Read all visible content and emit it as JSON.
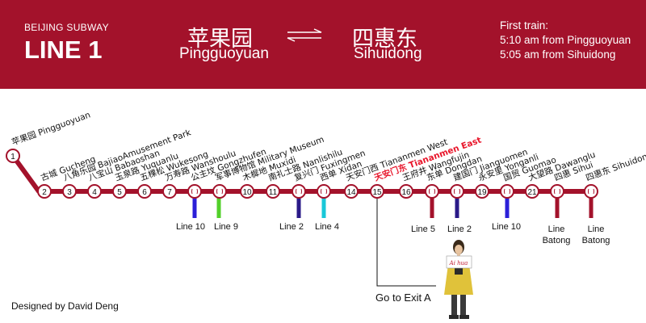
{
  "header": {
    "subtitle": "BEIJING SUBWAY",
    "line_name": "LINE 1",
    "from_zh": "苹果园",
    "from_en": "Pingguoyuan",
    "to_zh": "四惠东",
    "to_en": "Sihuidong",
    "first_train_title": "First train:",
    "first_train_1": "5:10 am from Pingguoyuan",
    "first_train_2": "5:05 am from Sihuidong"
  },
  "colors": {
    "brand": "#a3122b",
    "highlight": "#e8162b",
    "line2": "#2a1a88",
    "line4": "#19c8d8",
    "line5": "#a3122b",
    "line9": "#52d02a",
    "line10": "#2b1fd8",
    "batong": "#a3122b"
  },
  "stations": [
    {
      "num": "1",
      "name": "苹果园 Pingguoyuan"
    },
    {
      "num": "2",
      "name": "古城 Gucheng"
    },
    {
      "num": "3",
      "name": "八角乐园 BajiaoAmusement Park"
    },
    {
      "num": "4",
      "name": "八宝山 Babaoshan"
    },
    {
      "num": "5",
      "name": "玉泉路 Yuquanlu"
    },
    {
      "num": "6",
      "name": "五棵松 Wukesong"
    },
    {
      "num": "7",
      "name": "万寿路 Wanshoulu"
    },
    {
      "num": "",
      "name": "公主坟 Gongzhufen"
    },
    {
      "num": "",
      "name": "军事博物馆 Military Museum"
    },
    {
      "num": "10",
      "name": "木樨地 Muxidi"
    },
    {
      "num": "11",
      "name": "南礼士路 Nanlishilu"
    },
    {
      "num": "",
      "name": "复兴门 Fuxingmen"
    },
    {
      "num": "",
      "name": "西单 Xidan"
    },
    {
      "num": "14",
      "name": "天安门西 Tiananmen West"
    },
    {
      "num": "15",
      "name": "天安门东 Tiananmen East"
    },
    {
      "num": "16",
      "name": "王府井 Wangfujin"
    },
    {
      "num": "",
      "name": "东单 Dongdan"
    },
    {
      "num": "",
      "name": "建国门 Jianguomen"
    },
    {
      "num": "19",
      "name": "永安里 Yonganli"
    },
    {
      "num": "",
      "name": "国贸 Guomao"
    },
    {
      "num": "21",
      "name": "大望路 Dawanglu"
    },
    {
      "num": "",
      "name": "四惠 Sihui"
    },
    {
      "num": "",
      "name": "四惠东 Sihuidong"
    }
  ],
  "transfers": {
    "xfer_gongzhufen": "Line 10",
    "xfer_military": "Line 9",
    "xfer_fuxingmen": "Line 2",
    "xfer_xidan": "Line 4",
    "xfer_dongdan": "Line 5",
    "xfer_jianguomen": "Line 2",
    "xfer_guomao": "Line 10",
    "xfer_sihui_1": "Line",
    "xfer_sihui_2": "Batong",
    "xfer_sihuidong_1": "Line",
    "xfer_sihuidong_2": "Batong"
  },
  "sign_text": "Ai hua",
  "exit_label": "Go to Exit A",
  "credit": "Designed by David Deng"
}
